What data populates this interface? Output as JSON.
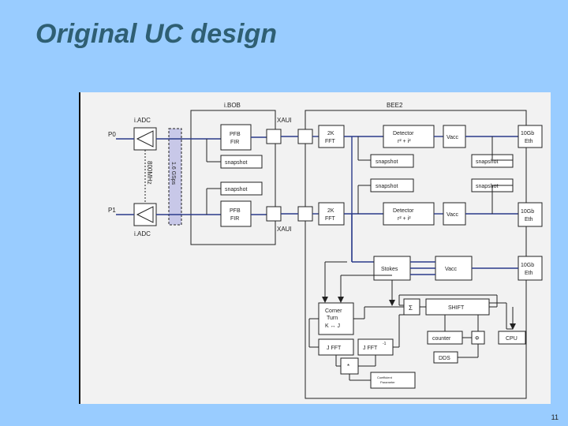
{
  "slide": {
    "title": "Original UC design",
    "page_number": "11"
  },
  "diagram": {
    "ibob_label": "i.BOB",
    "bee2_label": "BEE2",
    "xaui_top": "XAUI",
    "xaui_bottom": "XAUI",
    "p0": "P0",
    "p1": "P1",
    "iadc_top": "i.ADC",
    "iadc_bottom": "i.ADC",
    "clock_800": "800MHz",
    "clock_16": "1.6 GSps",
    "pfb1_a": "PFB",
    "pfb1_b": "FIR",
    "pfb2_a": "PFB",
    "pfb2_b": "FIR",
    "snapshot_ibob1": "snapshot",
    "snapshot_ibob2": "snapshot",
    "fft1_a": "2K",
    "fft1_b": "FFT",
    "fft2_a": "2K",
    "fft2_b": "FFT",
    "det1_a": "Detector",
    "det1_b": "r² + i²",
    "det2_a": "Detector",
    "det2_b": "r² + i²",
    "vacc1": "Vacc",
    "vacc2": "Vacc",
    "vacc3": "Vacc",
    "snap_b1": "snapshot",
    "snap_b2": "snapshot",
    "snap_b3": "snapshot",
    "snap_b4": "snapshot",
    "eth1_a": "10Gb",
    "eth1_b": "Eth",
    "eth2_a": "10Gb",
    "eth2_b": "Eth",
    "eth3_a": "10Gb",
    "eth3_b": "Eth",
    "stokes": "Stokes",
    "corner_a": "Corner",
    "corner_b": "Turn",
    "corner_c": "K ↔ J",
    "sigma": "Σ",
    "shift": "SHIFT",
    "jfft": "J FFT",
    "jfft_inv": "J FFT",
    "jfft_inv_sup": "-1",
    "multiply": "*",
    "coeff_a": "Coefficient",
    "coeff_b": "Parameter",
    "counter": "counter",
    "phi": "Φ",
    "cpu": "CPU",
    "dds": "DDS"
  }
}
